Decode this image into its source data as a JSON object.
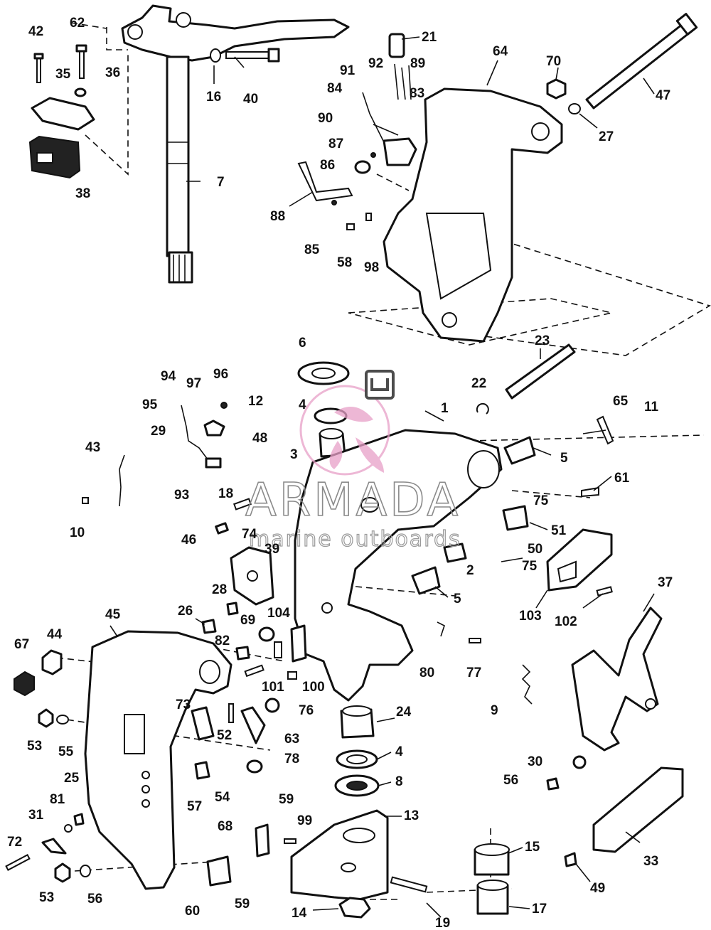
{
  "watermark": {
    "title": "ARMADA",
    "subtitle": "marine outboards",
    "logo_color": "#e8a0c8",
    "text_color": "#8a8a8a"
  },
  "callouts": [
    {
      "id": "c42",
      "label": "42"
    },
    {
      "id": "c62",
      "label": "62"
    },
    {
      "id": "c35",
      "label": "35"
    },
    {
      "id": "c36",
      "label": "36"
    },
    {
      "id": "c38",
      "label": "38"
    },
    {
      "id": "c7",
      "label": "7"
    },
    {
      "id": "c16",
      "label": "16"
    },
    {
      "id": "c40",
      "label": "40"
    },
    {
      "id": "c21",
      "label": "21"
    },
    {
      "id": "c91",
      "label": "91"
    },
    {
      "id": "c92",
      "label": "92"
    },
    {
      "id": "c89",
      "label": "89"
    },
    {
      "id": "c84",
      "label": "84"
    },
    {
      "id": "c83",
      "label": "83"
    },
    {
      "id": "c90",
      "label": "90"
    },
    {
      "id": "c87",
      "label": "87"
    },
    {
      "id": "c86",
      "label": "86"
    },
    {
      "id": "c88",
      "label": "88"
    },
    {
      "id": "c85",
      "label": "85"
    },
    {
      "id": "c58",
      "label": "58"
    },
    {
      "id": "c98",
      "label": "98"
    },
    {
      "id": "c64",
      "label": "64"
    },
    {
      "id": "c70",
      "label": "70"
    },
    {
      "id": "c47",
      "label": "47"
    },
    {
      "id": "c27",
      "label": "27"
    },
    {
      "id": "c6",
      "label": "6"
    },
    {
      "id": "c23",
      "label": "23"
    },
    {
      "id": "c22",
      "label": "22"
    },
    {
      "id": "c94",
      "label": "94"
    },
    {
      "id": "c97",
      "label": "97"
    },
    {
      "id": "c96",
      "label": "96"
    },
    {
      "id": "c95",
      "label": "95"
    },
    {
      "id": "c12",
      "label": "12"
    },
    {
      "id": "c4a",
      "label": "4"
    },
    {
      "id": "c1",
      "label": "1"
    },
    {
      "id": "c65",
      "label": "65"
    },
    {
      "id": "c11",
      "label": "11"
    },
    {
      "id": "c29",
      "label": "29"
    },
    {
      "id": "c48",
      "label": "48"
    },
    {
      "id": "c3",
      "label": "3"
    },
    {
      "id": "c5a",
      "label": "5"
    },
    {
      "id": "c43",
      "label": "43"
    },
    {
      "id": "c93",
      "label": "93"
    },
    {
      "id": "c61",
      "label": "61"
    },
    {
      "id": "c18",
      "label": "18"
    },
    {
      "id": "c75a",
      "label": "75"
    },
    {
      "id": "c10",
      "label": "10"
    },
    {
      "id": "c46",
      "label": "46"
    },
    {
      "id": "c74",
      "label": "74"
    },
    {
      "id": "c51",
      "label": "51"
    },
    {
      "id": "c39",
      "label": "39"
    },
    {
      "id": "c50",
      "label": "50"
    },
    {
      "id": "c2",
      "label": "2"
    },
    {
      "id": "c75b",
      "label": "75"
    },
    {
      "id": "c5b",
      "label": "5"
    },
    {
      "id": "c28",
      "label": "28"
    },
    {
      "id": "c37",
      "label": "37"
    },
    {
      "id": "c103",
      "label": "103"
    },
    {
      "id": "c102",
      "label": "102"
    },
    {
      "id": "c45",
      "label": "45"
    },
    {
      "id": "c26",
      "label": "26"
    },
    {
      "id": "c69",
      "label": "69"
    },
    {
      "id": "c104",
      "label": "104"
    },
    {
      "id": "c44",
      "label": "44"
    },
    {
      "id": "c67",
      "label": "67"
    },
    {
      "id": "c82",
      "label": "82"
    },
    {
      "id": "c80",
      "label": "80"
    },
    {
      "id": "c77",
      "label": "77"
    },
    {
      "id": "c101",
      "label": "101"
    },
    {
      "id": "c100",
      "label": "100"
    },
    {
      "id": "c76",
      "label": "76"
    },
    {
      "id": "c9",
      "label": "9"
    },
    {
      "id": "c73",
      "label": "73"
    },
    {
      "id": "c24",
      "label": "24"
    },
    {
      "id": "c52",
      "label": "52"
    },
    {
      "id": "c63",
      "label": "63"
    },
    {
      "id": "c53a",
      "label": "53"
    },
    {
      "id": "c55",
      "label": "55"
    },
    {
      "id": "c78",
      "label": "78"
    },
    {
      "id": "c4b",
      "label": "4"
    },
    {
      "id": "c30",
      "label": "30"
    },
    {
      "id": "c25",
      "label": "25"
    },
    {
      "id": "c8",
      "label": "8"
    },
    {
      "id": "c54",
      "label": "54"
    },
    {
      "id": "c56a",
      "label": "56"
    },
    {
      "id": "c57",
      "label": "57"
    },
    {
      "id": "c59a",
      "label": "59"
    },
    {
      "id": "c81",
      "label": "81"
    },
    {
      "id": "c13",
      "label": "13"
    },
    {
      "id": "c31",
      "label": "31"
    },
    {
      "id": "c99",
      "label": "99"
    },
    {
      "id": "c68",
      "label": "68"
    },
    {
      "id": "c72",
      "label": "72"
    },
    {
      "id": "c15",
      "label": "15"
    },
    {
      "id": "c33",
      "label": "33"
    },
    {
      "id": "c53b",
      "label": "53"
    },
    {
      "id": "c56b",
      "label": "56"
    },
    {
      "id": "c60",
      "label": "60"
    },
    {
      "id": "c59b",
      "label": "59"
    },
    {
      "id": "c49",
      "label": "49"
    },
    {
      "id": "c17",
      "label": "17"
    },
    {
      "id": "c14",
      "label": "14"
    },
    {
      "id": "c19",
      "label": "19"
    }
  ]
}
